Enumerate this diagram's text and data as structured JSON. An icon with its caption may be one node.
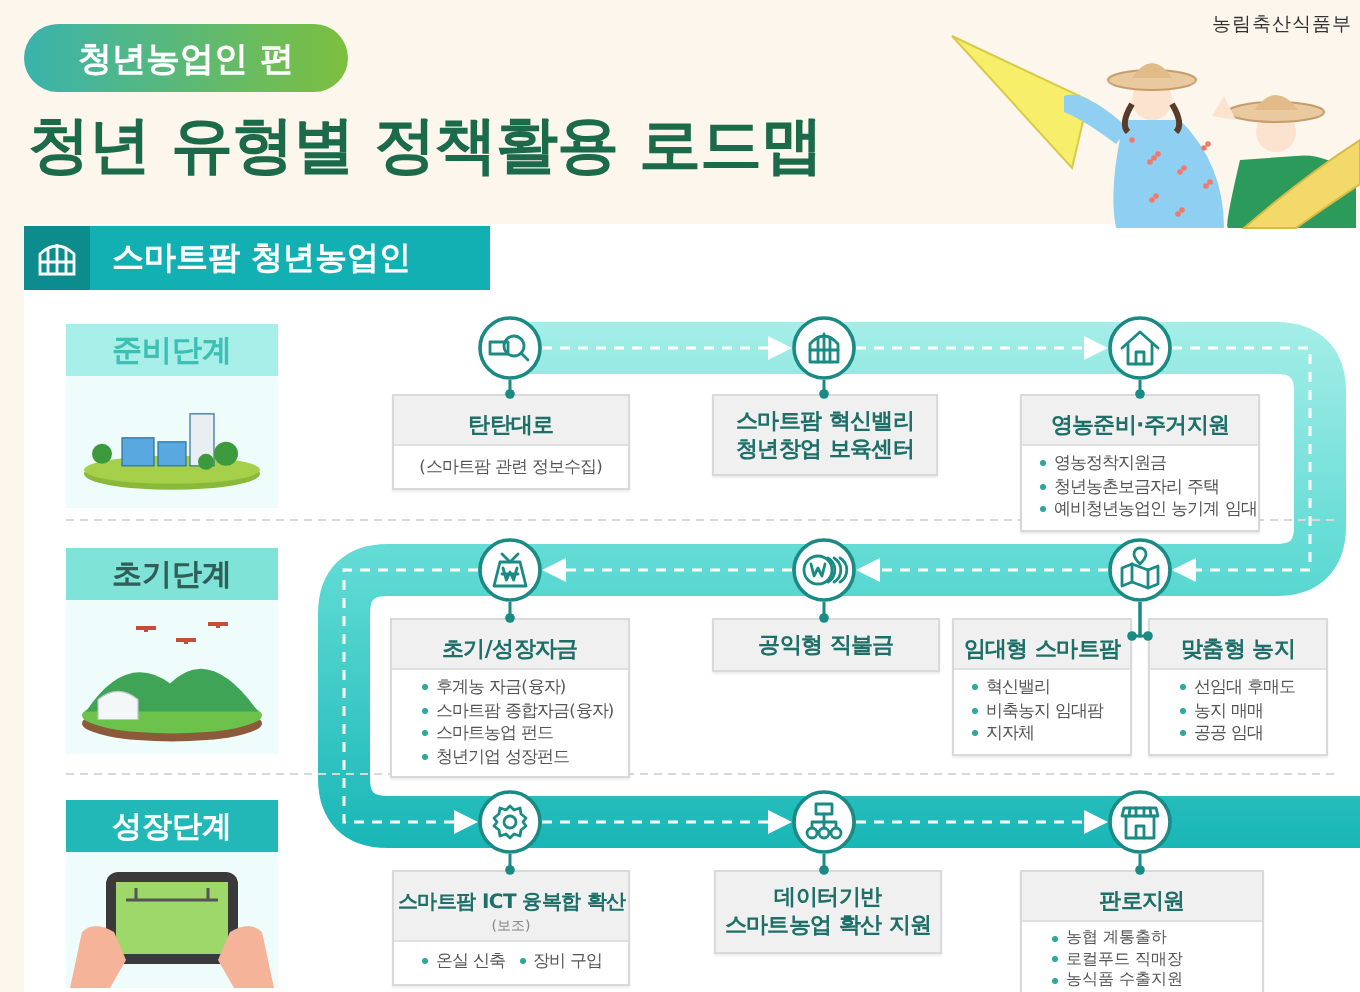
{
  "diagram": {
    "title": "청년 유형별 정책활용 로드맵",
    "nodes": [
      {
        "text": [
          "청년농업인 편"
        ]
      },
      {
        "text": [
          "스마트팜 청년농업인"
        ]
      },
      {
        "text": [
          "준비단계"
        ]
      },
      {
        "text": [],
        "shape": "circle"
      },
      {
        "text": [
          "탄탄대로",
          "(스마트팜 관련 정보수집)"
        ]
      },
      {
        "text": [],
        "shape": "circle"
      },
      {
        "text": [
          "스마트팜 혁신밸리 청년창업 보육센터"
        ]
      },
      {
        "text": [],
        "shape": "circle"
      },
      {
        "text": [
          "영농준비·주거지원",
          "영농정착지원금",
          "청년농촌보금자리 주택",
          "예비청년농업인 농기계 임대"
        ]
      },
      {
        "text": [
          "초기단계"
        ]
      },
      {
        "text": [],
        "shape": "circle"
      },
      {
        "text": [
          "초기/성장자금",
          "후계농 자금(융자)",
          "스마트팜 종합자금(융자)",
          "스마트농업 펀드",
          "청년기업 성장펀드"
        ]
      },
      {
        "text": [],
        "shape": "circle"
      },
      {
        "text": [
          "공익형 직불금"
        ]
      },
      {
        "text": [],
        "shape": "circle"
      },
      {
        "text": [
          "임대형 스마트팜",
          "혁신밸리",
          "비축농지 임대팜",
          "지자체"
        ]
      },
      {
        "text": [
          "맞춤형 농지",
          "선임대 후매도",
          "농지 매매",
          "공공 임대"
        ]
      },
      {
        "text": [
          "성장단계"
        ]
      },
      {
        "text": [],
        "shape": "circle"
      },
      {
        "text": [
          "스마트팜 ICT 융복합 확산",
          "(보조)",
          "온실 신축",
          "장비 구입"
        ]
      },
      {
        "text": [],
        "shape": "circle"
      },
      {
        "text": [
          "데이터기반 스마트농업 확산 지원"
        ]
      },
      {
        "text": [],
        "shape": "circle"
      },
      {
        "text": [
          "판로지원",
          "농협 계통출하",
          "로컬푸드 직매장",
          "농식품 수출지원"
        ]
      }
    ],
    "edges": [
      {
        "from": 3,
        "to": 4,
        "arrow": "other"
      },
      {
        "from": 5,
        "to": 6,
        "arrow": "other"
      },
      {
        "from": 7,
        "to": 8,
        "arrow": "other"
      },
      {
        "from": 10,
        "to": 11,
        "arrow": "other"
      },
      {
        "from": 12,
        "to": 13,
        "arrow": "other"
      },
      {
        "from": 14,
        "to": 15,
        "arrow": "other"
      },
      {
        "from": 14,
        "to": 16,
        "arrow": "other"
      },
      {
        "from": 18,
        "to": 19,
        "arrow": "other"
      },
      {
        "from": 20,
        "to": 21,
        "arrow": "other"
      },
      {
        "from": 22,
        "to": 23,
        "arrow": "other"
      },
      {
        "from": 3,
        "to": 5,
        "arrow": "to",
        "style": "dashed",
        "color": "#ffffff"
      },
      {
        "from": 5,
        "to": 7,
        "arrow": "to",
        "style": "dashed",
        "color": "#ffffff"
      },
      {
        "from": 7,
        "to": 14,
        "arrow": "to",
        "style": "dashed",
        "color": "#ffffff"
      },
      {
        "from": 14,
        "to": 12,
        "arrow": "to",
        "style": "dashed",
        "color": "#ffffff"
      },
      {
        "from": 12,
        "to": 10,
        "arrow": "to",
        "style": "dashed",
        "color": "#ffffff"
      },
      {
        "from": 10,
        "to": 18,
        "arrow": "to",
        "style": "dashed",
        "color": "#ffffff"
      },
      {
        "from": 18,
        "to": 20,
        "arrow": "to",
        "style": "dashed",
        "color": "#ffffff"
      },
      {
        "from": 20,
        "to": 22,
        "arrow": "to",
        "style": "dashed",
        "color": "#ffffff"
      }
    ],
    "labels": [
      "농림축산식품부"
    ]
  }
}
